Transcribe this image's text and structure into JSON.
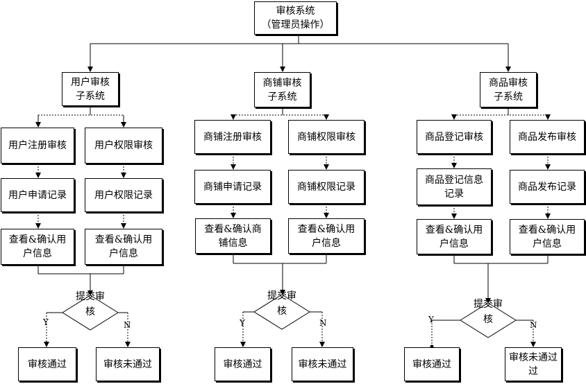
{
  "root": {
    "text": "审核系统\n（管理员操作）"
  },
  "subsystems": [
    {
      "title": "用户审核\n子系统",
      "left": {
        "audit": "用户注册审核",
        "record": "用户申请记录",
        "view": "查看&确认用\n户信息"
      },
      "right": {
        "audit": "用户权限审核",
        "record": "用户权限记录",
        "view": "查看&确认用\n户信息"
      },
      "decision": {
        "line1": "提交审",
        "line2": "核"
      },
      "yes": "Y",
      "no": "N",
      "pass": "审核通过",
      "fail": "审核未通过"
    },
    {
      "title": "商铺审核\n子系统",
      "left": {
        "audit": "商铺注册审核",
        "record": "商铺申请记录",
        "view": "查看&确认商\n铺信息"
      },
      "right": {
        "audit": "商铺权限审核",
        "record": "商铺权限记录",
        "view": "查看&确认用\n户信息"
      },
      "decision": {
        "line1": "提交审",
        "line2": "核"
      },
      "yes": "Y",
      "no": "N",
      "pass": "审核通过",
      "fail": "审核未通过"
    },
    {
      "title": "商品审核\n子系统",
      "left": {
        "audit": "商品登记审核",
        "record": "商品登记信息\n记录",
        "view": "查看&确认用\n户信息"
      },
      "right": {
        "audit": "商品发布审核",
        "record": "商品发布记录",
        "view": "查看&确认用\n户信息"
      },
      "decision": {
        "line1": "提交审",
        "line2": "核"
      },
      "yes": "Y",
      "no": "N",
      "pass": "审核通过",
      "fail": "审核未通过\n过"
    }
  ]
}
